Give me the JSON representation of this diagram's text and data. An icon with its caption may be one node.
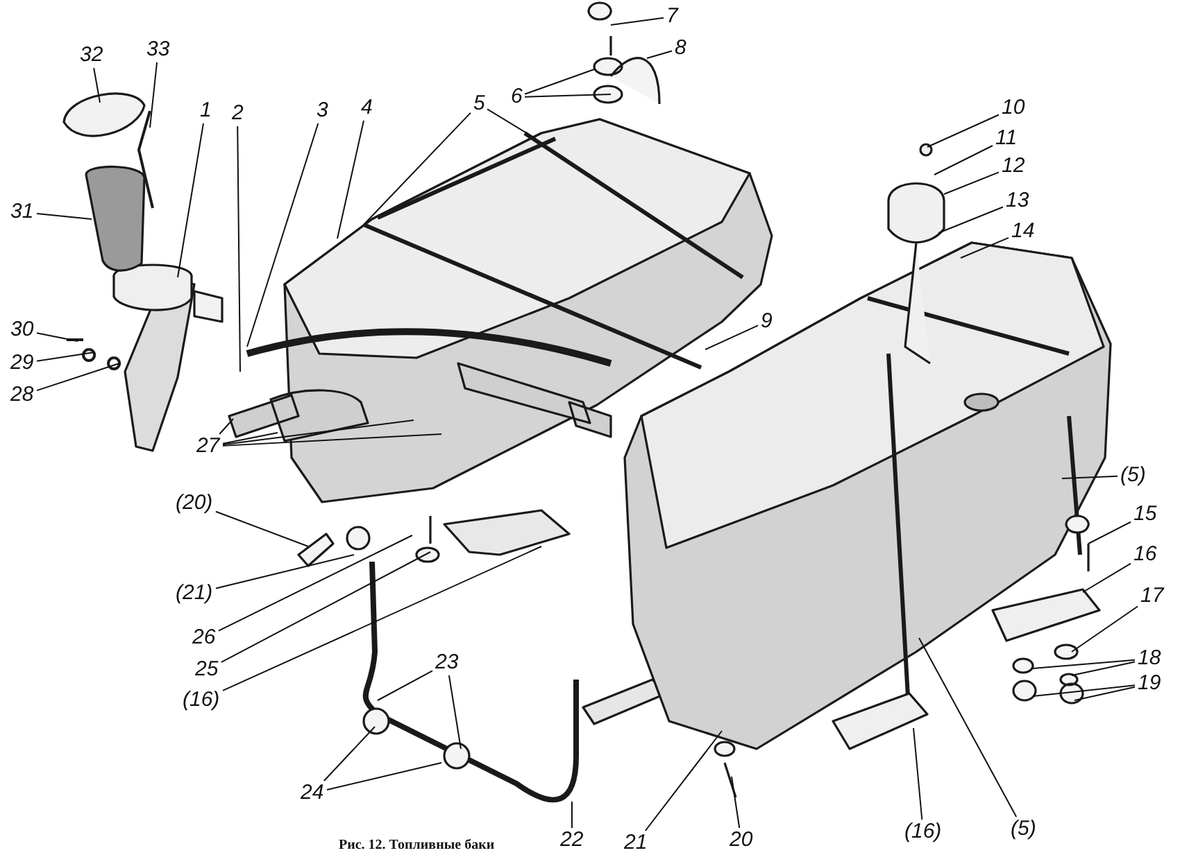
{
  "diagram": {
    "caption": "Рис. 12. Топливные баки",
    "nodes": [
      {
        "text": [
          "32"
        ]
      },
      {
        "text": [
          "33"
        ]
      },
      {
        "text": [
          "1"
        ]
      },
      {
        "text": [
          "2"
        ]
      },
      {
        "text": [
          "3"
        ]
      },
      {
        "text": [
          "4"
        ]
      },
      {
        "text": [
          "5"
        ]
      },
      {
        "text": [
          "6"
        ]
      },
      {
        "text": [
          "7"
        ]
      },
      {
        "text": [
          "8"
        ]
      },
      {
        "text": [
          "10"
        ]
      },
      {
        "text": [
          "11"
        ]
      },
      {
        "text": [
          "12"
        ]
      },
      {
        "text": [
          "13"
        ]
      },
      {
        "text": [
          "14"
        ]
      },
      {
        "text": [
          "31"
        ]
      },
      {
        "text": [
          "30"
        ]
      },
      {
        "text": [
          "29"
        ]
      },
      {
        "text": [
          "28"
        ]
      },
      {
        "text": [
          "9"
        ]
      },
      {
        "text": [
          "27"
        ]
      },
      {
        "text": [
          "(5)"
        ]
      },
      {
        "text": [
          "15"
        ]
      },
      {
        "text": [
          "16"
        ]
      },
      {
        "text": [
          "(20)"
        ]
      },
      {
        "text": [
          "(21)"
        ]
      },
      {
        "text": [
          "17"
        ]
      },
      {
        "text": [
          "26"
        ]
      },
      {
        "text": [
          "18"
        ]
      },
      {
        "text": [
          "25"
        ]
      },
      {
        "text": [
          "19"
        ]
      },
      {
        "text": [
          "(16)"
        ]
      },
      {
        "text": [
          "23"
        ]
      },
      {
        "text": [
          "24"
        ]
      },
      {
        "text": [
          "22"
        ]
      },
      {
        "text": [
          "21"
        ]
      },
      {
        "text": [
          "20"
        ]
      },
      {
        "text": [
          "(16)"
        ]
      },
      {
        "text": [
          "(5)"
        ]
      }
    ],
    "edges": [
      {
        "from": 0,
        "to": null,
        "arrow": "none"
      },
      {
        "from": 1,
        "to": null,
        "arrow": "none"
      },
      {
        "from": 2,
        "to": null,
        "arrow": "none"
      },
      {
        "from": 3,
        "to": null,
        "arrow": "none"
      },
      {
        "from": 4,
        "to": null,
        "arrow": "none"
      },
      {
        "from": 5,
        "to": null,
        "arrow": "none"
      },
      {
        "from": 6,
        "to": null,
        "arrow": "none"
      },
      {
        "from": 6,
        "to": null,
        "arrow": "none"
      },
      {
        "from": 7,
        "to": null,
        "arrow": "none"
      },
      {
        "from": 7,
        "to": null,
        "arrow": "none"
      },
      {
        "from": 8,
        "to": null,
        "arrow": "none"
      },
      {
        "from": 9,
        "to": null,
        "arrow": "none"
      },
      {
        "from": 10,
        "to": null,
        "arrow": "none"
      },
      {
        "from": 11,
        "to": null,
        "arrow": "none"
      },
      {
        "from": 12,
        "to": null,
        "arrow": "none"
      },
      {
        "from": 13,
        "to": null,
        "arrow": "none"
      },
      {
        "from": 14,
        "to": null,
        "arrow": "none"
      },
      {
        "from": 15,
        "to": null,
        "arrow": "none"
      },
      {
        "from": 16,
        "to": null,
        "arrow": "none"
      },
      {
        "from": 17,
        "to": null,
        "arrow": "none"
      },
      {
        "from": 18,
        "to": null,
        "arrow": "none"
      },
      {
        "from": 19,
        "to": null,
        "arrow": "none"
      },
      {
        "from": 20,
        "to": null,
        "arrow": "none"
      },
      {
        "from": 20,
        "to": null,
        "arrow": "none"
      },
      {
        "from": 20,
        "to": null,
        "arrow": "none"
      },
      {
        "from": 20,
        "to": null,
        "arrow": "none"
      },
      {
        "from": 21,
        "to": null,
        "arrow": "none"
      },
      {
        "from": 22,
        "to": null,
        "arrow": "none"
      },
      {
        "from": 23,
        "to": null,
        "arrow": "none"
      },
      {
        "from": 24,
        "to": null,
        "arrow": "none"
      },
      {
        "from": 25,
        "to": null,
        "arrow": "none"
      },
      {
        "from": 26,
        "to": null,
        "arrow": "none"
      },
      {
        "from": 27,
        "to": null,
        "arrow": "none"
      },
      {
        "from": 28,
        "to": null,
        "arrow": "none"
      },
      {
        "from": 28,
        "to": null,
        "arrow": "none"
      },
      {
        "from": 29,
        "to": null,
        "arrow": "none"
      },
      {
        "from": 30,
        "to": null,
        "arrow": "none"
      },
      {
        "from": 30,
        "to": null,
        "arrow": "none"
      },
      {
        "from": 31,
        "to": null,
        "arrow": "none"
      },
      {
        "from": 32,
        "to": null,
        "arrow": "none"
      },
      {
        "from": 32,
        "to": null,
        "arrow": "none"
      },
      {
        "from": 33,
        "to": null,
        "arrow": "none"
      },
      {
        "from": 33,
        "to": null,
        "arrow": "none"
      },
      {
        "from": 34,
        "to": null,
        "arrow": "none"
      },
      {
        "from": 35,
        "to": null,
        "arrow": "none"
      },
      {
        "from": 36,
        "to": null,
        "arrow": "none"
      },
      {
        "from": 37,
        "to": null,
        "arrow": "none"
      },
      {
        "from": 38,
        "to": null,
        "arrow": "none"
      }
    ]
  }
}
